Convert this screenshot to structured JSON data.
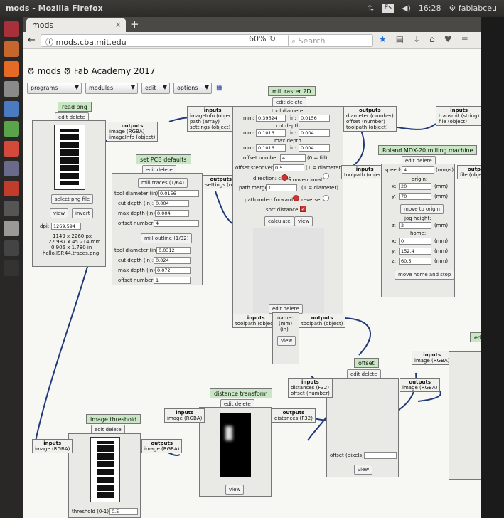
{
  "window": {
    "title": "mods - Mozilla Firefox",
    "keyboard": "Es",
    "time": "16:28",
    "user": "fablabceu"
  },
  "tab": {
    "label": "mods",
    "close": "×",
    "new": "+"
  },
  "nav": {
    "url": "mods.cba.mit.edu",
    "zoom": "60%",
    "search_placeholder": "Search"
  },
  "app": {
    "title": "mods",
    "subtitle": "Fab Academy 2017",
    "menus": [
      "programs",
      "modules",
      "edit",
      "options"
    ]
  },
  "modules": {
    "read_png": {
      "name": "read png",
      "edit": "edit delete",
      "select": "select png file",
      "view": "view",
      "invert": "invert",
      "dpi_label": "dpi:",
      "dpi": "1269.594",
      "info1": "1149 x 2260 px",
      "info2": "22.987 x 45.214 mm",
      "info3": "0.905 x 1.780 in",
      "info4": "hello.ISP.44.traces.png"
    },
    "set_pcb": {
      "name": "set PCB defaults",
      "edit": "edit delete",
      "mill_traces": "mill traces (1/64)",
      "tool_diameter_label": "tool diameter (in):",
      "tool_diameter": "0.0156",
      "cut_depth_label": "cut depth (in):",
      "cut_depth": "0.004",
      "max_depth_label": "max depth (in):",
      "max_depth": "0.004",
      "offset_number_label": "offset number:",
      "offset_number": "4",
      "mill_outline": "mill outline (1/32)",
      "tool_diameter2": "0.0312",
      "cut_depth2": "0.024",
      "max_depth2": "0.072",
      "offset_number2": "1"
    },
    "mill_raster": {
      "name": "mill raster 2D",
      "edit": "edit delete",
      "tool_diameter": "tool diameter",
      "mm": "mm:",
      "in": "in:",
      "td_mm": "0.39624",
      "td_in": "0.0156",
      "cut_depth": "cut depth",
      "cd_mm": "0.1016",
      "cd_in": "0.004",
      "max_depth": "max depth",
      "md_mm": "0.1016",
      "md_in": "0.004",
      "offset_number_label": "offset number:",
      "offset_number": "4",
      "offset_fill": "(0 = fill)",
      "offset_stepover_label": "offset stepover:",
      "offset_stepover": "0.5",
      "stepover_note": "(1 = diameter)",
      "direction": "direction: climb",
      "conventional": "conventional",
      "path_merge_label": "path merge:",
      "path_merge": "1",
      "merge_note": "(1 = diameter)",
      "path_order": "path order: forward",
      "reverse": "reverse",
      "sort_distance": "sort distance:",
      "calculate": "calculate",
      "view": "view"
    },
    "roland": {
      "name": "Roland MDX-20 milling machine",
      "edit": "edit delete",
      "speed_label": "speed:",
      "speed": "4",
      "speed_unit": "(mm/s)",
      "origin": "origin:",
      "x": "x:",
      "y": "y:",
      "z": "z:",
      "ox": "20",
      "oy": "70",
      "mm": "(mm)",
      "move_origin": "move to origin",
      "jog": "jog height:",
      "jz": "2",
      "home": "home:",
      "hx": "0",
      "hy": "152.4",
      "hz": "60.5",
      "move_home": "move home and stop"
    },
    "save": {
      "edit": "edit delete",
      "name_label": "name:",
      "mm": "(mm)",
      "in": "(in)",
      "view": "view"
    },
    "threshold": {
      "name": "image threshold",
      "edit": "edit delete",
      "label": "threshold (0-1):",
      "value": "0.5",
      "view": "view"
    },
    "distance": {
      "name": "distance transform",
      "edit": "edit delete",
      "view": "view"
    },
    "offset": {
      "name": "offset",
      "edit": "edit delete",
      "label": "offset (pixels):",
      "view": "view"
    },
    "edge": {
      "name": "ed"
    }
  },
  "ports": {
    "inputs": "inputs",
    "outputs": "outputs",
    "image_rgba": "image (RGBA)",
    "image_info": "imageInfo (object)",
    "path_array": "path (array)",
    "settings_object": "settings (object)",
    "settings_obj": "settings (obj",
    "diameter": "diameter (number)",
    "offset_number": "offset (number)",
    "toolpath": "toolpath (object)",
    "transmit": "transmit (string)",
    "file_object": "file (object)",
    "distances": "distances (F32)",
    "outp": "outp"
  }
}
